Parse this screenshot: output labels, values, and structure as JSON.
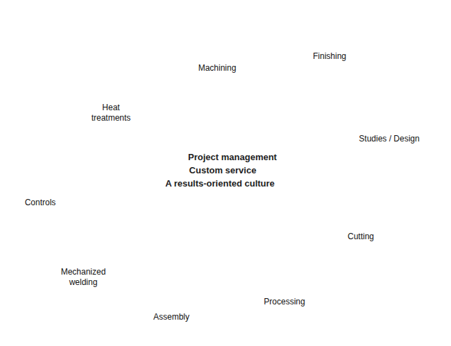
{
  "diagram": {
    "nodes": [
      {
        "text": [
          "Project management",
          "Custom service",
          "A results-oriented culture"
        ]
      },
      {
        "text": [
          "Studies / Design"
        ]
      },
      {
        "text": [
          "Cutting"
        ]
      },
      {
        "text": [
          "Processing"
        ]
      },
      {
        "text": [
          "Assembly"
        ]
      },
      {
        "text": [
          "Mechanized welding"
        ]
      },
      {
        "text": [
          "Controls"
        ]
      },
      {
        "text": [
          "Heat treatments"
        ]
      },
      {
        "text": [
          "Machining"
        ]
      },
      {
        "text": [
          "Finishing"
        ]
      }
    ],
    "edges": [
      {
        "from": 1,
        "to": 2,
        "arrow": "none"
      },
      {
        "from": 2,
        "to": 3,
        "arrow": "none"
      },
      {
        "from": 3,
        "to": 4,
        "arrow": "none"
      },
      {
        "from": 4,
        "to": 5,
        "arrow": "none"
      },
      {
        "from": 5,
        "to": 6,
        "arrow": "none"
      },
      {
        "from": 6,
        "to": 7,
        "arrow": "none"
      },
      {
        "from": 7,
        "to": 8,
        "arrow": "none"
      },
      {
        "from": 8,
        "to": 9,
        "arrow": "to"
      }
    ]
  }
}
